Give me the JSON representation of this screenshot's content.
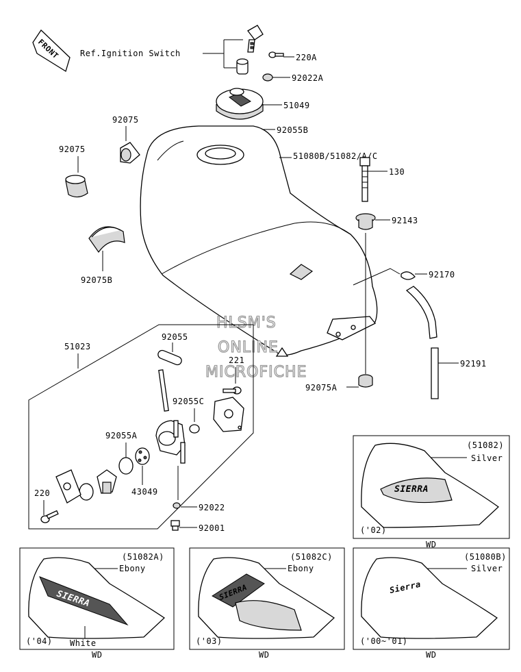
{
  "front_arrow": {
    "text": "FRONT"
  },
  "ref_text": "Ref.Ignition Switch",
  "watermark": [
    "HLSM'S",
    "ONLINE",
    "MICROFICHE"
  ],
  "callouts": {
    "p220A": "220A",
    "p92022A": "92022A",
    "p51049": "51049",
    "p92055B": "92055B",
    "p51080B": "51080B/51082/A/C",
    "p130": "130",
    "p92143": "92143",
    "p92170": "92170",
    "p92191": "92191",
    "p92075A": "92075A",
    "p92075_top": "92075",
    "p92075_left": "92075",
    "p92075B": "92075B",
    "p51023": "51023",
    "p92055": "92055",
    "p221": "221",
    "p92055C": "92055C",
    "p92055A": "92055A",
    "p43049": "43049",
    "p220": "220",
    "p92022": "92022",
    "p92001": "92001"
  },
  "variants": [
    {
      "part": "(51082)",
      "color": "Silver",
      "year": "('02)",
      "market": "WD",
      "logo": "SIERRA"
    },
    {
      "part": "(51082A)",
      "color": "Ebony",
      "stripe": "White",
      "year": "('04)",
      "market": "WD",
      "logo": "SIERRA"
    },
    {
      "part": "(51082C)",
      "color": "Ebony",
      "year": "('03)",
      "market": "WD",
      "logo": "SIERRA"
    },
    {
      "part": "(51080B)",
      "color": "Silver",
      "year": "('00~'01)",
      "market": "WD",
      "logo": "Sierra"
    }
  ]
}
